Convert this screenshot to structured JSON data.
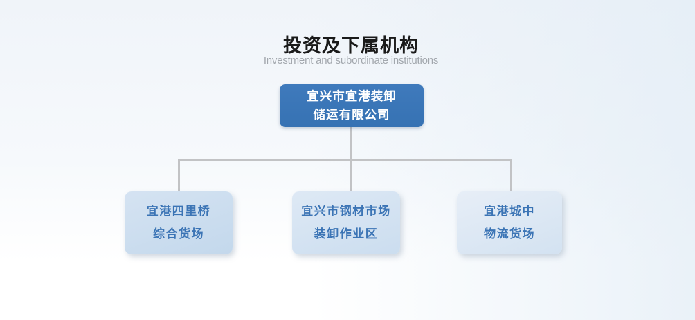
{
  "header": {
    "heading": "投资及下属机构",
    "subheading": "Investment and subordinate institutions"
  },
  "colors": {
    "heading_text": "#1A1A1A",
    "subheading_text": "#A2A7AD",
    "root_box": "#3A75B7",
    "root_text": "#FFFFFF",
    "child_box_left": "#C9DCEE",
    "child_box_middle": "#D3E1F1",
    "child_box_right": "#DDE8F4",
    "child_text": "#3B74B5",
    "connector_line": "#C2C3C5"
  },
  "org_chart": {
    "root": {
      "line1": "宜兴市宜港装卸",
      "line2": "储运有限公司"
    },
    "children": [
      {
        "line1": "宜港四里桥",
        "line2": "综合货场"
      },
      {
        "line1": "宜兴市钢材市场",
        "line2": "装卸作业区"
      },
      {
        "line1": "宜港城中",
        "line2": "物流货场"
      }
    ]
  }
}
